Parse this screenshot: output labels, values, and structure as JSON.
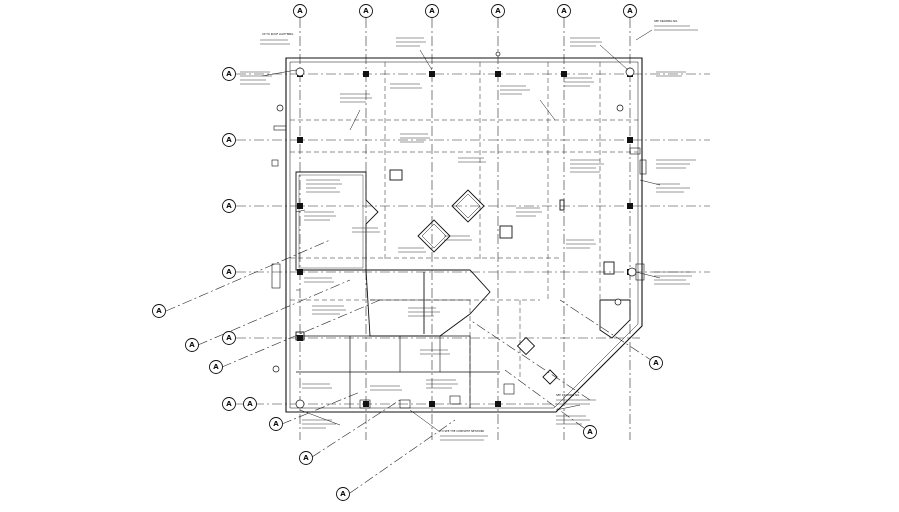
{
  "drawing": {
    "grid_bubble_label": "A",
    "colors": {
      "line": "#1a1a1a",
      "background": "#ffffff"
    },
    "notes": [
      "UP TO ROOF LIGHTNING",
      "SEE DRAWING NO.",
      "SEE DRAWING NO.",
      "TO SEE THE COMPLETE NETWORK"
    ]
  }
}
